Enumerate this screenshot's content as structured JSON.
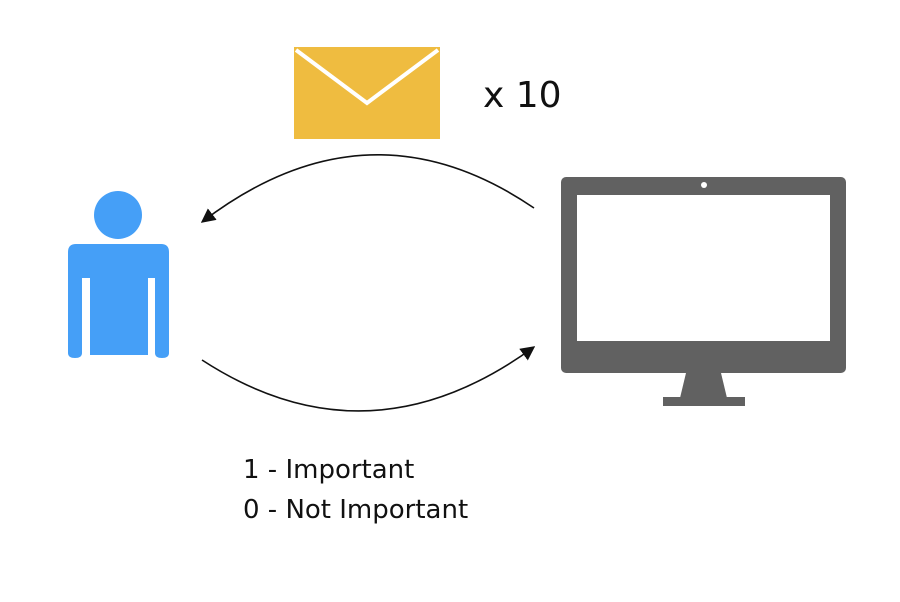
{
  "count_label": "x 10",
  "legend": {
    "important": "1 - Important",
    "not_important": "0 - Not Important"
  },
  "icons": {
    "message": "envelope-icon",
    "user": "person-icon",
    "computer": "monitor-icon"
  },
  "colors": {
    "envelope": "#EFBC40",
    "person": "#459FF7",
    "monitor": "#616161",
    "arrow": "#111111"
  }
}
